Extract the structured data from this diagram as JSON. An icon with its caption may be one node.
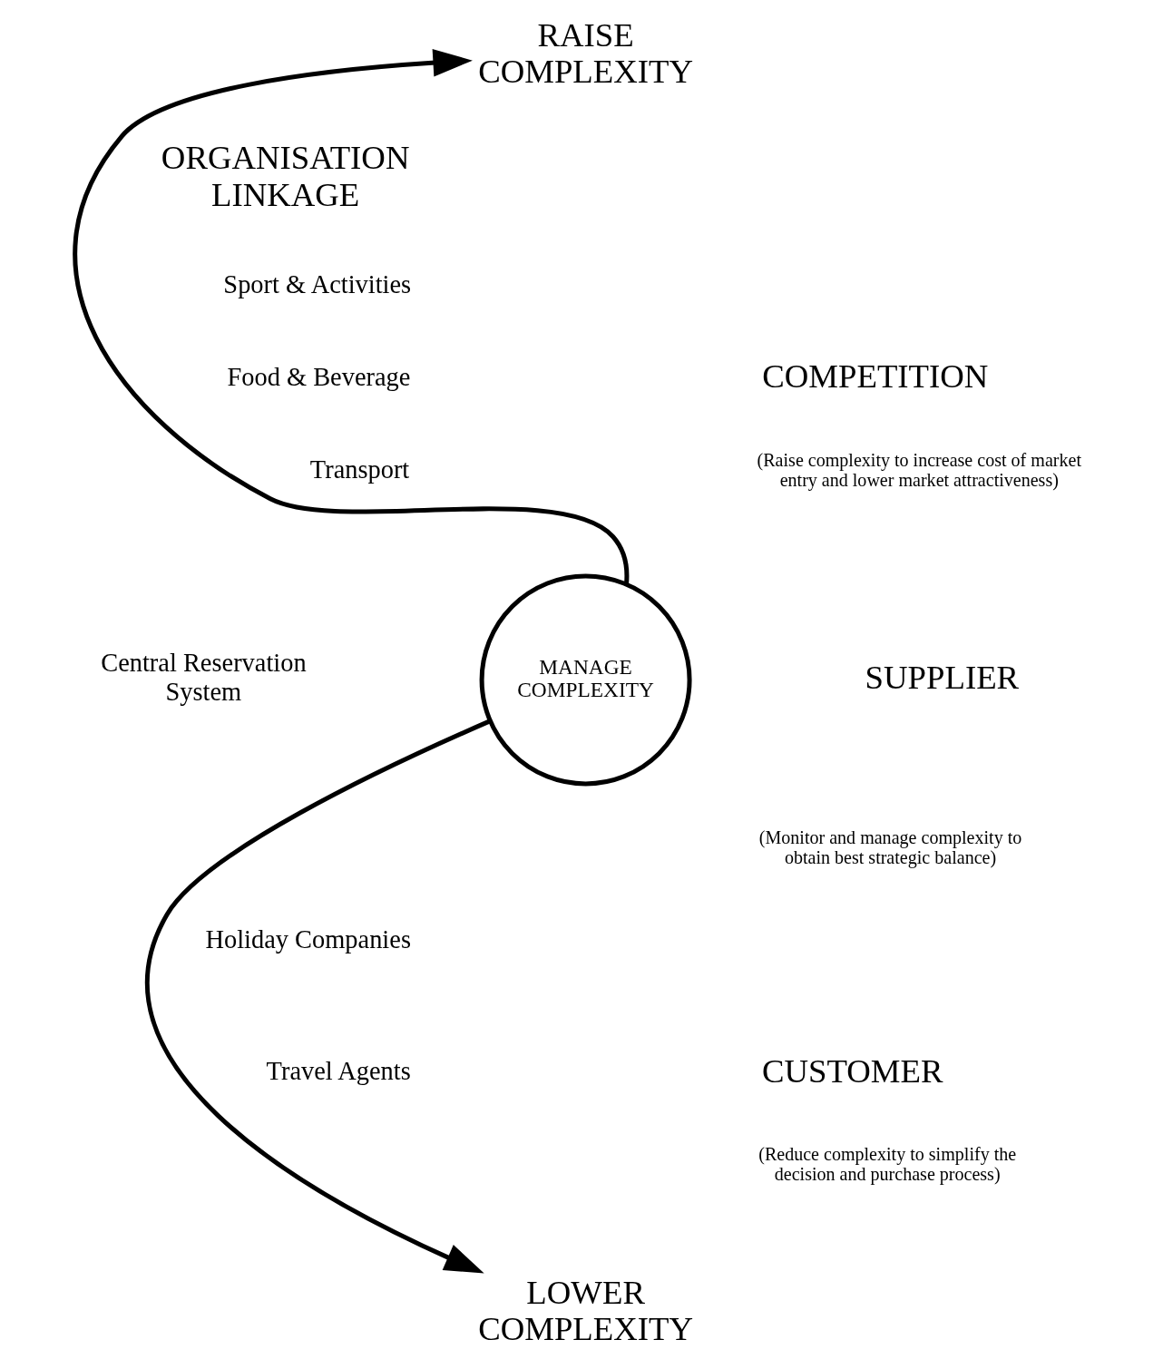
{
  "diagram": {
    "nodes": [
      {
        "text": [
          "RAISE COMPLEXITY"
        ]
      },
      {
        "text": [
          "MANAGE COMPLEXITY"
        ]
      },
      {
        "text": [
          "LOWER COMPLEXITY"
        ]
      }
    ],
    "edges": [
      {
        "from": 1,
        "to": 0,
        "arrow": "to"
      },
      {
        "from": 1,
        "to": 2,
        "arrow": "to"
      }
    ],
    "labels": [
      "ORGANISATION LINKAGE",
      "Sport & Activities",
      "COMPETITION",
      "Food & Beverage",
      "(Raise complexity to increase cost of market entry and lower market attractiveness)",
      "Transport",
      "Central Reservation System",
      "SUPPLIER",
      "(Monitor and manage complexity to obtain best strategic balance)",
      "Holiday Companies",
      "CUSTOMER",
      "Travel Agents",
      "(Reduce complexity to simplify the decision and purchase process)"
    ]
  }
}
